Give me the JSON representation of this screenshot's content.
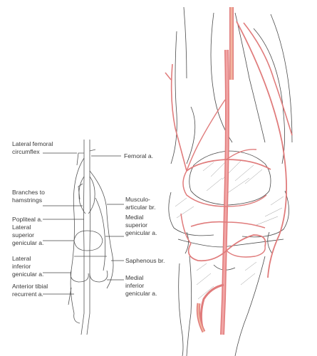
{
  "labels": {
    "lateral_femoral_circumflex": [
      "Lateral femoral",
      "circumflex"
    ],
    "femoral_a": "Femoral a.",
    "branches_to_hamstrings": [
      "Branches to",
      "hamstrings"
    ],
    "popliteal_a": "Popliteal a.",
    "musculo_articular_br": [
      "Musculo-",
      "articular br."
    ],
    "lateral_superior_genicular_a": [
      "Lateral",
      "superior",
      "genicular a."
    ],
    "medial_superior_genicular_a": [
      "Medial",
      "superior",
      "genicular a."
    ],
    "saphenous_br": "Saphenous br.",
    "lateral_inferior_genicular_a": [
      "Lateral",
      "inferior",
      "genicular a."
    ],
    "anterior_tibial_recurrent_a": [
      "Anterior tibial",
      "recurrent a."
    ],
    "medial_inferior_genicular_a": [
      "Medial",
      "inferior",
      "genicular a."
    ]
  },
  "colors": {
    "artery": "#e07c7c",
    "artery_light": "#f2a5a5",
    "line": "#444444"
  }
}
